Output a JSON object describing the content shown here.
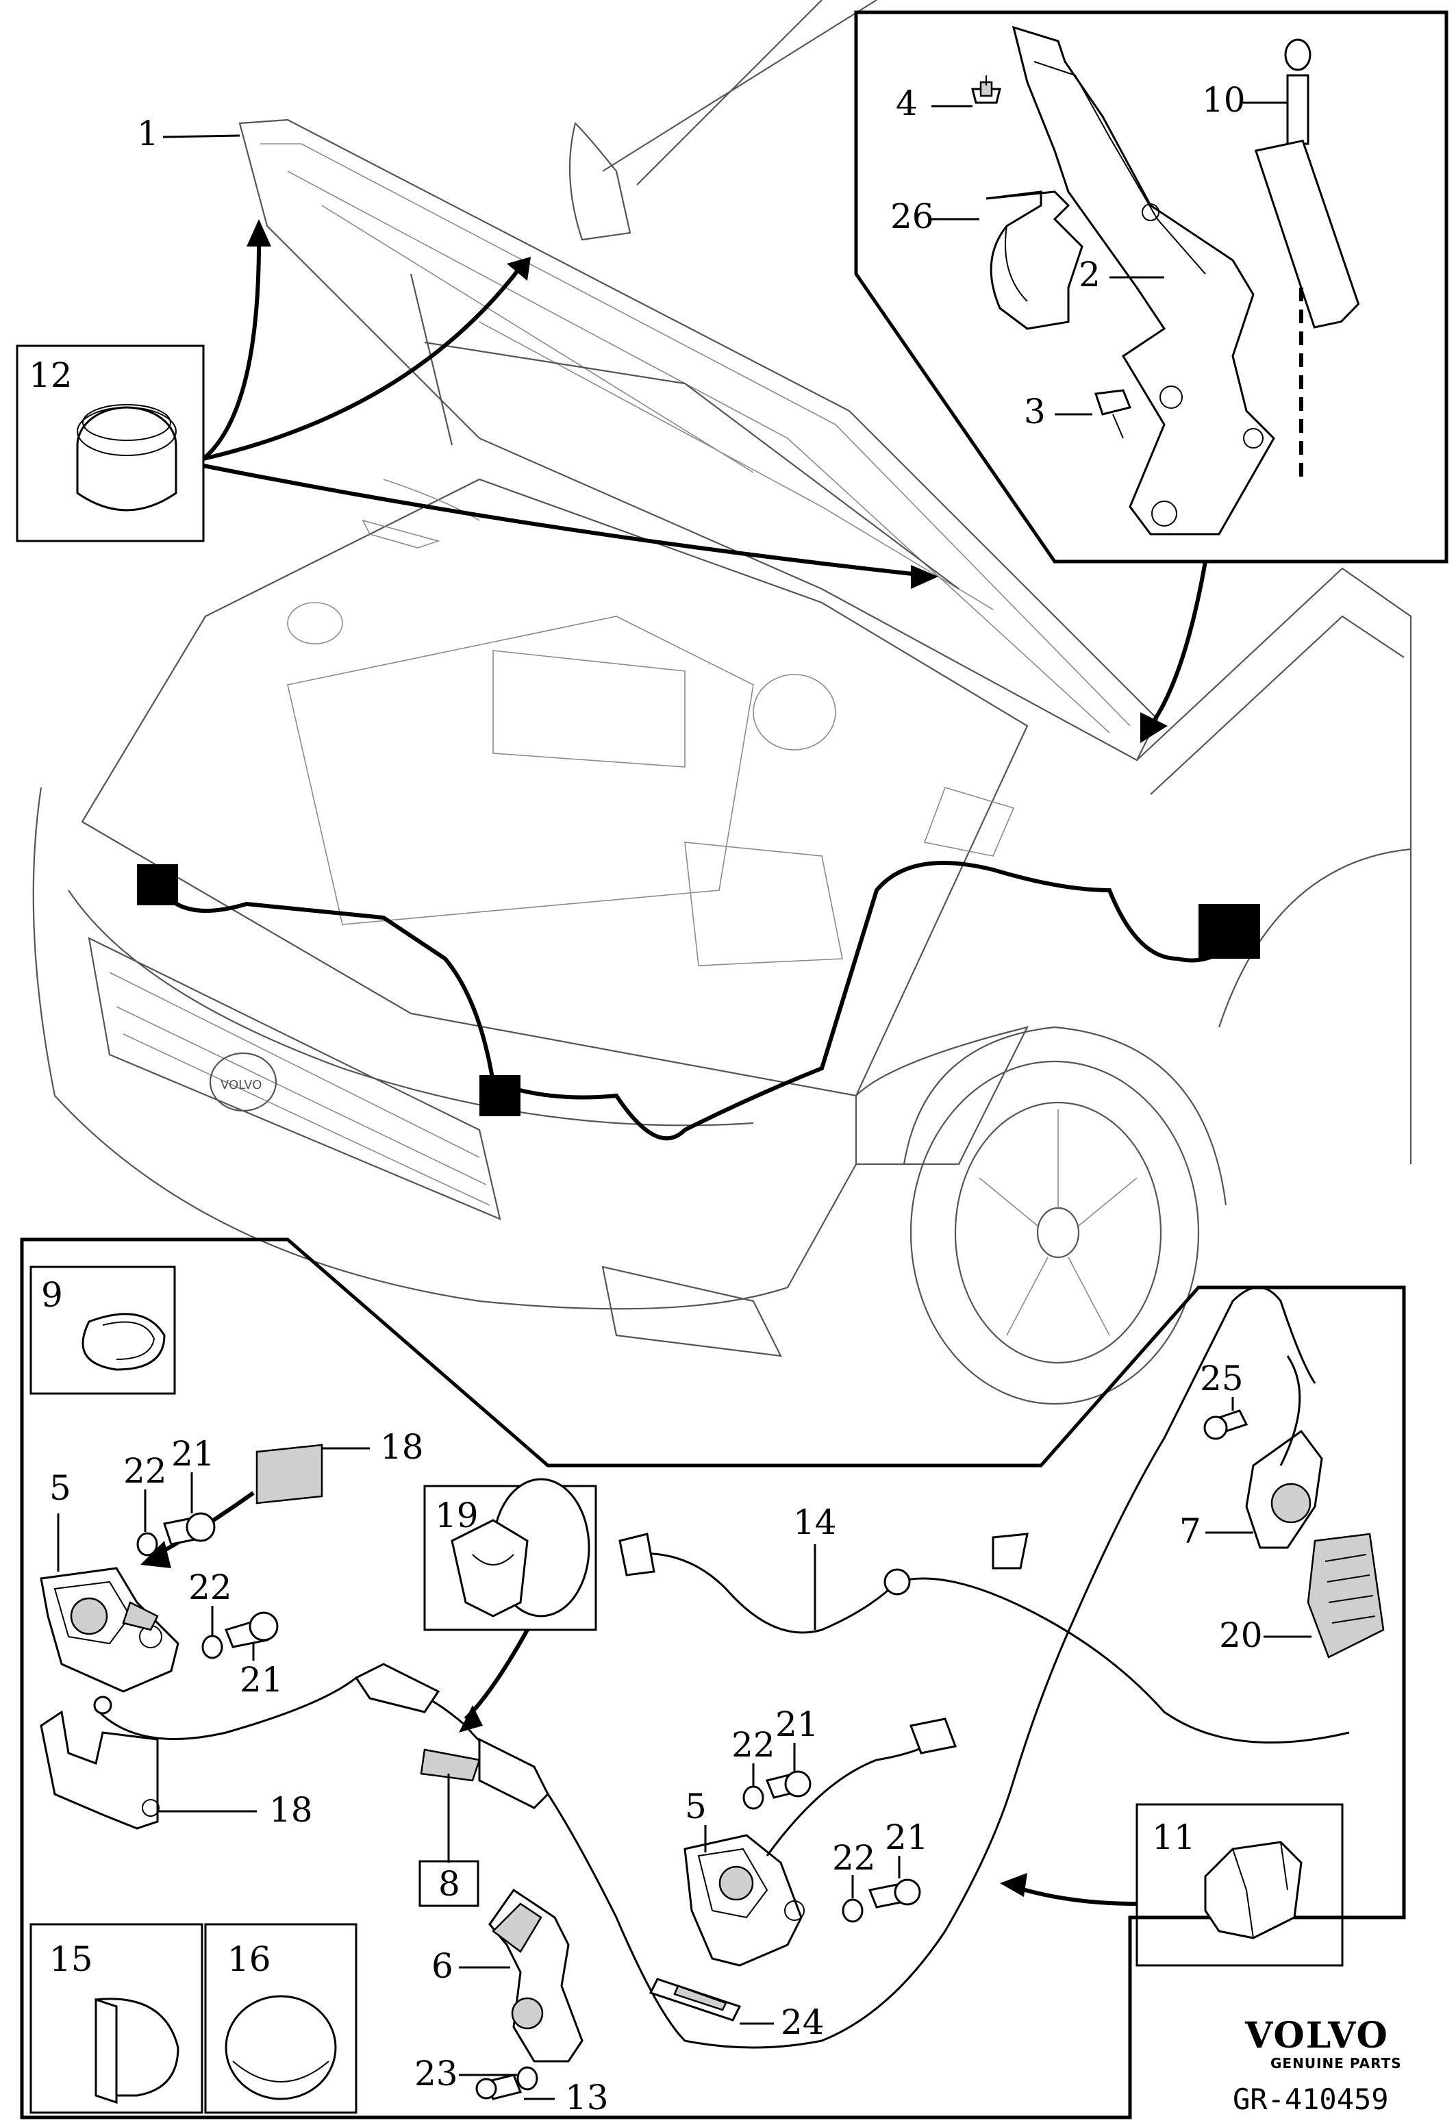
{
  "document": {
    "reference": "GR-410459",
    "brand": "VOLVO",
    "brand_subtitle": "GENUINE PARTS"
  },
  "callouts": {
    "c1": "1",
    "c2": "2",
    "c3": "3",
    "c4": "4",
    "c5a": "5",
    "c5b": "5",
    "c6": "6",
    "c7": "7",
    "c8": "8",
    "c9": "9",
    "c10": "10",
    "c11": "11",
    "c12": "12",
    "c13": "13",
    "c14": "14",
    "c15": "15",
    "c16": "16",
    "c18a": "18",
    "c18b": "18",
    "c19": "19",
    "c20": "20",
    "c21a": "21",
    "c21b": "21",
    "c21c": "21",
    "c21d": "21",
    "c22a": "22",
    "c22b": "22",
    "c22c": "22",
    "c22d": "22",
    "c23": "23",
    "c24": "24",
    "c25": "25",
    "c26": "26"
  },
  "colors": {
    "ink": "#000000",
    "car_outline": "#555555",
    "part_shade": "#cfcfcf",
    "background": "#ffffff"
  }
}
